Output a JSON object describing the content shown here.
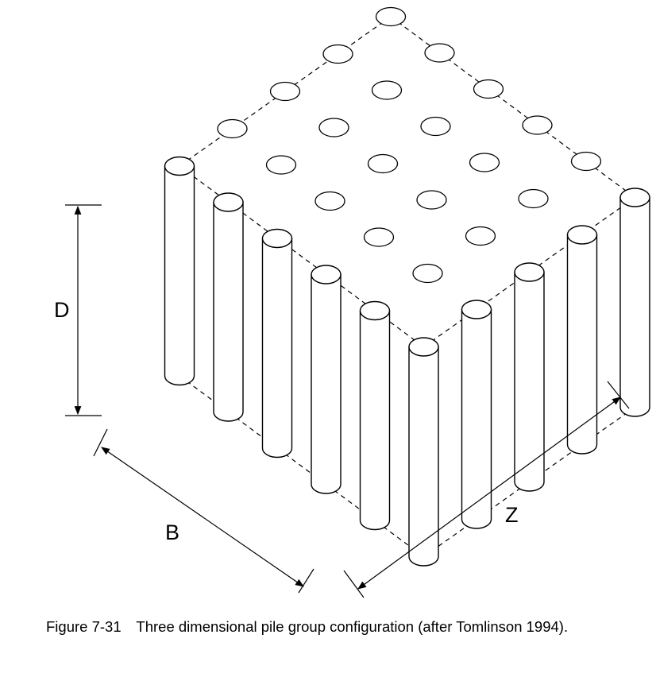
{
  "figure": {
    "number": "Figure 7-31",
    "title": "Three dimensional pile group configuration (after Tomlinson 1994)."
  },
  "dimensions": {
    "depth_label": "D",
    "width_label": "B",
    "length_label": "Z"
  },
  "pile_group": {
    "rows_along_b": 5,
    "columns_along_z": 6,
    "total_piles": 30
  },
  "colors": {
    "stroke": "#000000",
    "background": "#ffffff"
  }
}
